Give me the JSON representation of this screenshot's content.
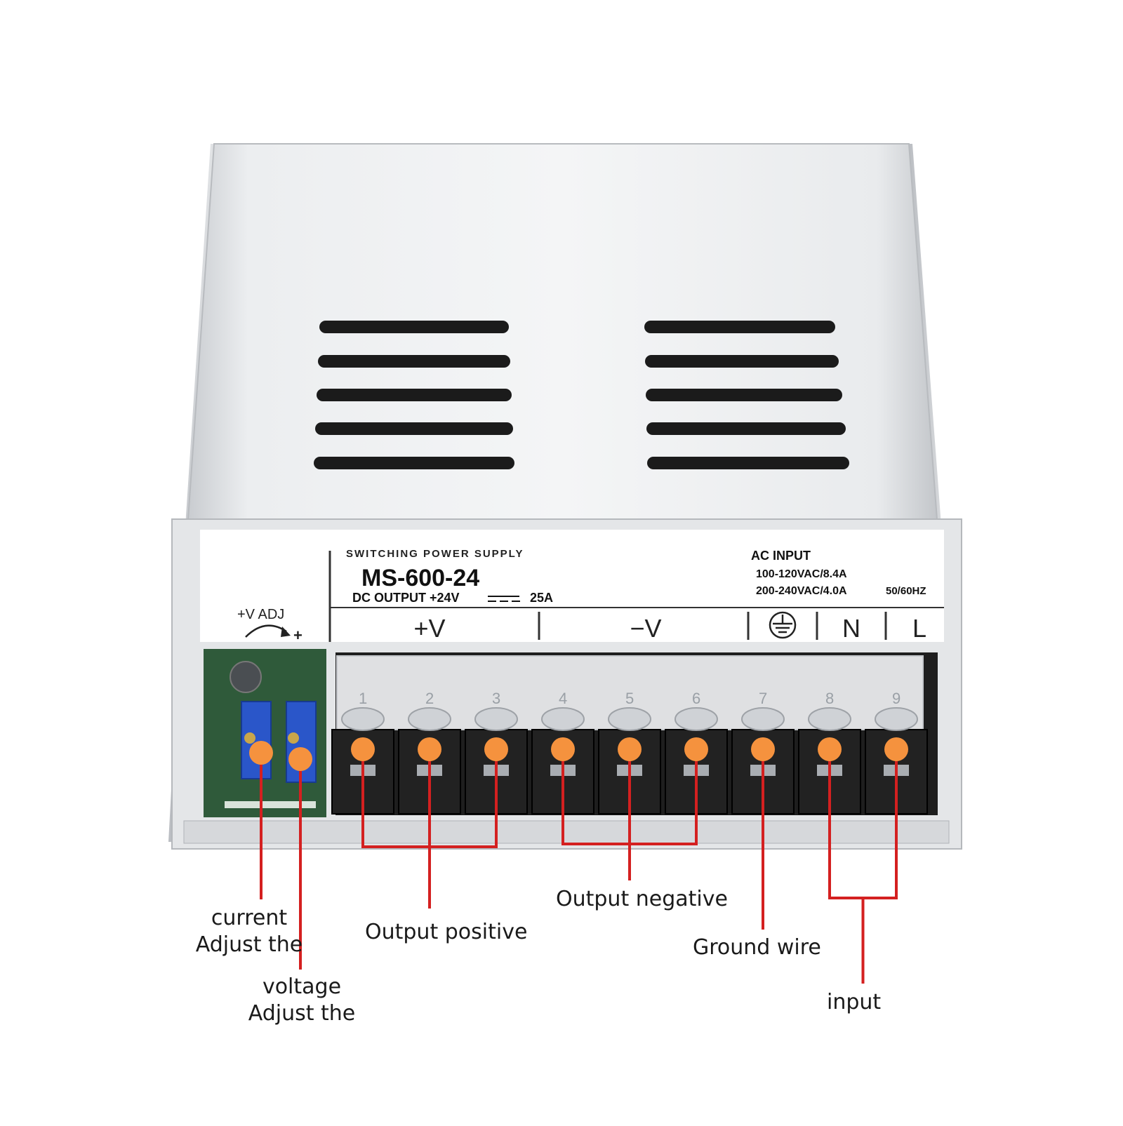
{
  "label_plate": {
    "product_type": "SWITCHING POWER SUPPLY",
    "model": "MS-600-24",
    "dc_output_prefix": "DC OUTPUT +24V",
    "dc_output_current": "25A",
    "ac_input_title": "AC INPUT",
    "ac_input_low": "100-120VAC/8.4A",
    "ac_input_high": "200-240VAC/4.0A",
    "frequency": "50/60HZ",
    "adj_label": "+V ADJ",
    "adj_plus": "+",
    "terminal_groups": [
      "+V",
      "−V",
      "ground-symbol",
      "N",
      "L"
    ]
  },
  "terminals": [
    "1",
    "2",
    "3",
    "4",
    "5",
    "6",
    "7",
    "8",
    "9"
  ],
  "callouts": {
    "current_adjust": [
      "current",
      "Adjust the"
    ],
    "voltage_adjust": [
      "voltage",
      "Adjust the"
    ],
    "output_positive": "Output positive",
    "output_negative": "Output negative",
    "ground_wire": "Ground wire",
    "input": "input"
  },
  "colors": {
    "callout_line": "#d42020",
    "marker": "#f5923e",
    "case": "#dfe1e4",
    "terminal_block": "#1e1e1e"
  }
}
